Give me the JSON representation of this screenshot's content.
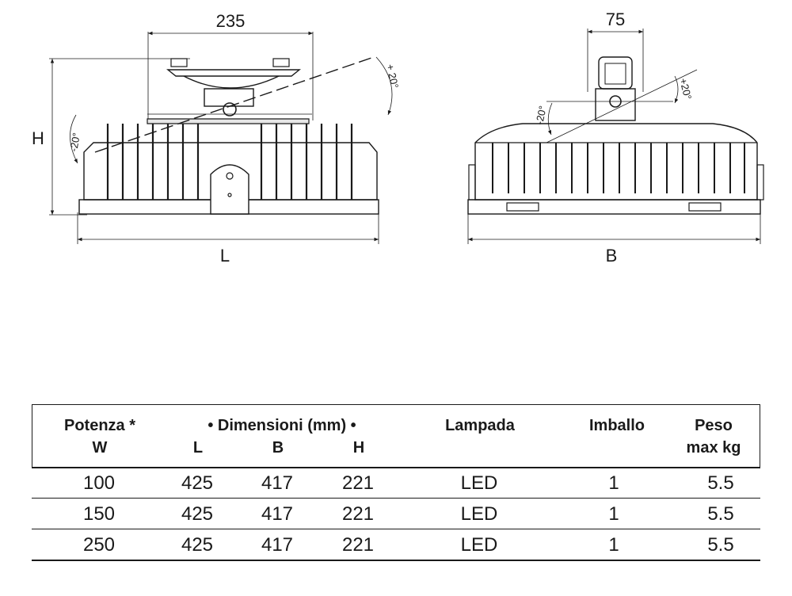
{
  "drawing": {
    "front": {
      "width_label": "235",
      "length_label": "L",
      "height_label": "H",
      "tilt_plus": "+ 20°",
      "tilt_minus": "-20°"
    },
    "side": {
      "width_label": "75",
      "depth_label": "B",
      "tilt_plus": "+20°",
      "tilt_minus": "-20°"
    }
  },
  "table": {
    "headers": {
      "potenza": "Potenza *",
      "potenza_unit": "W",
      "dimensioni": "• Dimensioni (mm) •",
      "dim_l": "L",
      "dim_b": "B",
      "dim_h": "H",
      "lampada": "Lampada",
      "imballo": "Imballo",
      "peso": "Peso",
      "peso_unit": "max kg"
    },
    "rows": [
      {
        "w": "100",
        "l": "425",
        "b": "417",
        "h": "221",
        "lamp": "LED",
        "imballo": "1",
        "peso": "5.5"
      },
      {
        "w": "150",
        "l": "425",
        "b": "417",
        "h": "221",
        "lamp": "LED",
        "imballo": "1",
        "peso": "5.5"
      },
      {
        "w": "250",
        "l": "425",
        "b": "417",
        "h": "221",
        "lamp": "LED",
        "imballo": "1",
        "peso": "5.5"
      }
    ]
  }
}
